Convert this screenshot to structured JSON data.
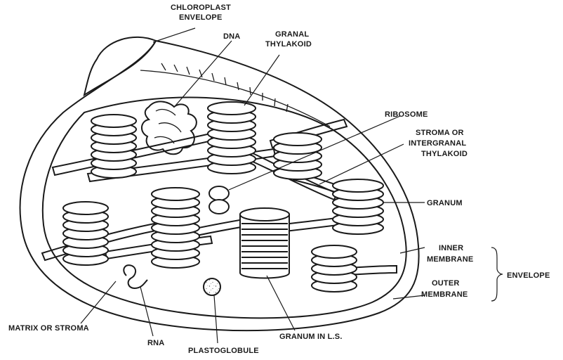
{
  "labels": {
    "chloroplast_envelope_1": "CHLOROPLAST",
    "chloroplast_envelope_2": "ENVELOPE",
    "dna": "DNA",
    "granal_thylakoid_1": "GRANAL",
    "granal_thylakoid_2": "THYLAKOID",
    "ribosome": "RIBOSOME",
    "stroma_thylakoid_1": "STROMA OR",
    "stroma_thylakoid_2": "INTERGRANAL",
    "stroma_thylakoid_3": "THYLAKOID",
    "granum": "GRANUM",
    "inner_membrane_1": "INNER",
    "inner_membrane_2": "MEMBRANE",
    "outer_membrane_1": "OUTER",
    "outer_membrane_2": "MEMBRANE",
    "envelope": "ENVELOPE",
    "matrix": "MATRIX OR STROMA",
    "rna": "RNA",
    "plastoglobule": "PLASTOGLOBULE",
    "granum_ls": "GRANUM IN L.S."
  }
}
